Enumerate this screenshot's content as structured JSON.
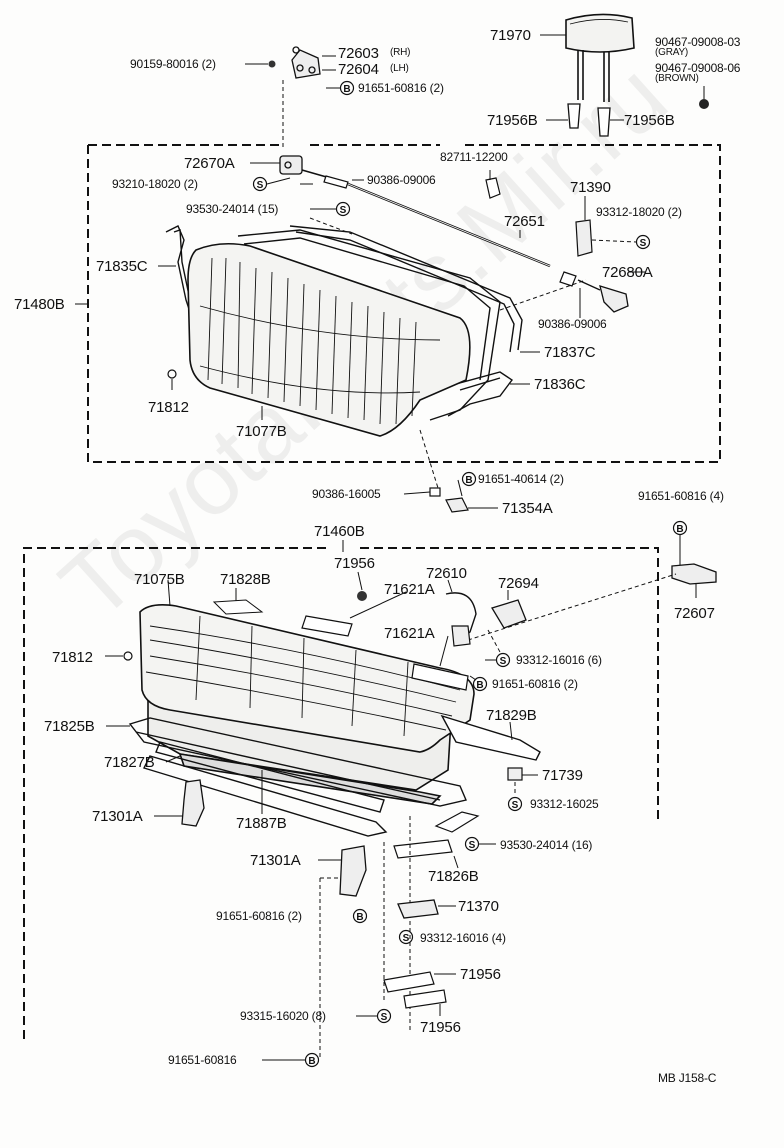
{
  "watermark": "ToyotaParts.Mir.ru",
  "code": "MB  J158-C",
  "symbols": {
    "bolt": "B",
    "screw": "S"
  },
  "upper": {
    "frame_label": "71480B",
    "labels": {
      "headrest": "71970",
      "clip_left": "90159-80016 (2)",
      "hinge_rh": "72603",
      "hinge_rh_tag": "(RH)",
      "hinge_lh": "72604",
      "hinge_lh_tag": "(LH)",
      "bolt_hinge": "91651-60816 (2)",
      "bush_gray": "90467-09008-03",
      "bush_gray_tag": "(GRAY)",
      "bush_brown": "90467-09008-06",
      "bush_brown_tag": "(BROWN)",
      "support_left": "71956B",
      "support_right": "71956B",
      "lock_left": "72670A",
      "screw_lock": "93210-18020 (2)",
      "grommet_cable": "90386-09006",
      "clip_cable": "82711-12200",
      "screw_trim": "93530-24014 (15)",
      "striker": "71390",
      "screw_striker": "93312-18020 (2)",
      "cable": "72651",
      "frame_left": "71835C",
      "lock_right": "72680A",
      "grommet_right": "90386-09006",
      "frame_right": "71837C",
      "bracket_right": "71836C",
      "clip_pad": "71812",
      "cover": "71077B",
      "grommet_bottom": "90386-16005",
      "bolt_bottom": "91651-40614 (2)",
      "bracket_bottom": "71354A"
    }
  },
  "lower": {
    "frame_label": "71460B",
    "labels": {
      "bolt_right": "91651-60816 (4)",
      "cover": "71075B",
      "hinge_cover": "71828B",
      "support": "71956",
      "pad": "71621A",
      "handle": "72610",
      "lock": "72694",
      "hinge_right": "72607",
      "clip": "71812",
      "pad2": "71621A",
      "screw_lock": "93312-16016 (6)",
      "bolt_lock": "91651-60816 (2)",
      "frame_left": "71825B",
      "frame_right": "71829B",
      "frame_front": "71827B",
      "stop": "71739",
      "screw_stop": "93312-16025",
      "bracket_left": "71301A",
      "spring": "71887B",
      "screw_trim": "93530-24014 (16)",
      "plate": "71826B",
      "bracket_mid": "71301A",
      "bolt_bracket": "91651-60816 (2)",
      "hook": "71370",
      "screw_hook": "93312-16016 (4)",
      "link1": "71956",
      "screw_link": "93315-16020 (8)",
      "link2": "71956",
      "bolt_floor": "91651-60816"
    }
  }
}
